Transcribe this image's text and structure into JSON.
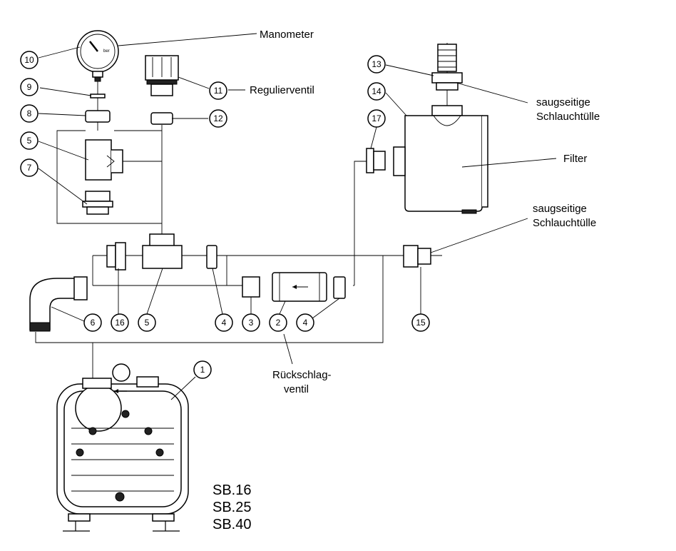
{
  "labels": {
    "manometer": "Manometer",
    "regulierventil": "Regulierventil",
    "saug1_line1": "saugseitige",
    "saug1_line2": "Schlauchtülle",
    "filter": "Filter",
    "saug2_line1": "saugseitige",
    "saug2_line2": "Schlauchtülle",
    "rueck_line1": "Rückschlag-",
    "rueck_line2": "ventil"
  },
  "callouts": {
    "c10": "10",
    "c11": "11",
    "c9": "9",
    "c12": "12",
    "c8": "8",
    "c5a": "5",
    "c7": "7",
    "c13": "13",
    "c14": "14",
    "c17": "17",
    "c6": "6",
    "c16": "16",
    "c5b": "5",
    "c4a": "4",
    "c3": "3",
    "c2": "2",
    "c4b": "4",
    "c15": "15",
    "c1": "1"
  },
  "models": [
    "SB.16",
    "SB.25",
    "SB.40"
  ]
}
